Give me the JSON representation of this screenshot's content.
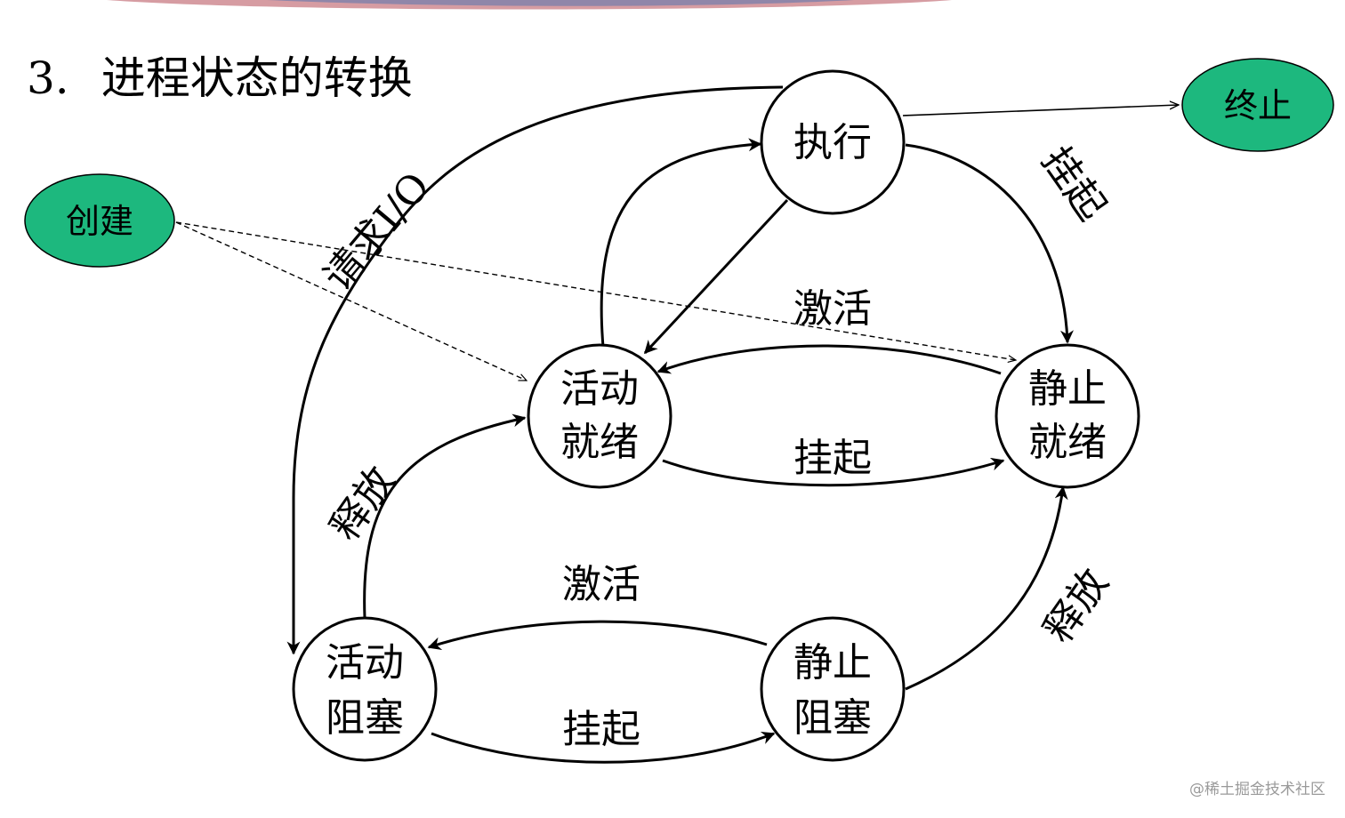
{
  "title": {
    "number": "3.",
    "text": "进程状态的转换"
  },
  "nodes": {
    "execute": [
      "执行"
    ],
    "active_ready": [
      "活动",
      "就绪"
    ],
    "static_ready": [
      "静止",
      "就绪"
    ],
    "active_blocked": [
      "活动",
      "阻塞"
    ],
    "static_blocked": [
      "静止",
      "阻塞"
    ],
    "create": "创建",
    "terminate": "终止"
  },
  "edge_labels": {
    "request_io": "请求I/O",
    "suspend_exec": "挂起",
    "activate_ready": "激活",
    "suspend_ready": "挂起",
    "release_left": "释放",
    "activate_blocked": "激活",
    "suspend_blocked": "挂起",
    "release_right": "释放"
  },
  "watermark": "@稀土掘金技术社区",
  "colors": {
    "terminal_fill": "#1db87e",
    "line": "#000000",
    "background": "#ffffff"
  }
}
